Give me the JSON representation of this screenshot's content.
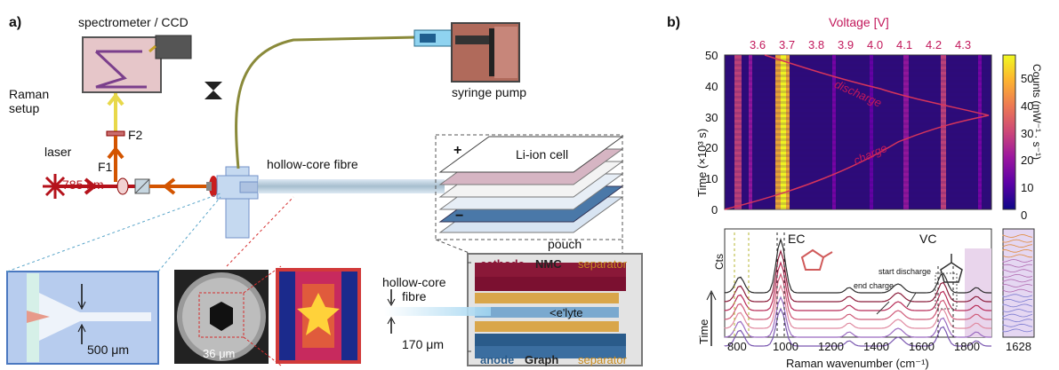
{
  "panel_a": {
    "label": "a)",
    "spectrometer": "spectrometer / CCD",
    "raman_setup": "Raman\nsetup",
    "syringe_pump": "syringe pump",
    "laser": "laser",
    "wavelength": "785 nm",
    "f1": "F1",
    "f2": "F2",
    "hollow_core_fibre": "hollow-core fibre",
    "li_ion_cell": "Li-ion cell",
    "pouch": "pouch",
    "cathode": "cathode",
    "nmc": "NMC",
    "separator_top": "separator",
    "electrolyte": "<e'lyte",
    "anode": "anode",
    "graph": "Graph",
    "separator_bottom": "separator",
    "fibre_label": "hollow-core\nfibre",
    "scale_170": "170 μm",
    "scale_500": "500 μm",
    "scale_36": "36 μm",
    "plus": "+",
    "minus": "−"
  },
  "panel_b": {
    "label": "b)",
    "voltage_title": "Voltage [V]",
    "voltage_ticks": [
      "3.6",
      "3.7",
      "3.8",
      "3.9",
      "4.0",
      "4.1",
      "4.2",
      "4.3"
    ],
    "time_label": "Time (×10³ s)",
    "time_ticks": [
      "50",
      "40",
      "30",
      "20",
      "10",
      "0"
    ],
    "colorbar_label": "Counts (mW⁻¹ · s⁻¹)",
    "colorbar_ticks": [
      "50",
      "40",
      "30",
      "20",
      "10",
      "0"
    ],
    "discharge": "discharge",
    "charge": "charge",
    "ec": "EC",
    "vc": "VC",
    "end_charge": "end charge",
    "start_discharge": "start discharge",
    "cts": "Cts",
    "time_axis": "Time",
    "x_ticks": [
      "800",
      "1000",
      "1200",
      "1400",
      "1600",
      "1800"
    ],
    "x_label": "Raman wavenumber (cm⁻¹)",
    "inset_tick": "1628",
    "colormap_colors": [
      "#0d0887",
      "#5c01a6",
      "#9c179e",
      "#cc4778",
      "#ed7953",
      "#fdb42f",
      "#f0f921"
    ]
  },
  "chart_data": {
    "type": "heatmap",
    "title": "",
    "xlabel": "Voltage [V]",
    "ylabel": "Time (×10³ s)",
    "x_ticks": [
      3.6,
      3.7,
      3.8,
      3.9,
      4.0,
      4.1,
      4.2,
      4.3
    ],
    "ylim": [
      0,
      50
    ],
    "colorbar_range": [
      0,
      55
    ],
    "colorbar_label": "Counts (mW⁻¹ · s⁻¹)"
  }
}
